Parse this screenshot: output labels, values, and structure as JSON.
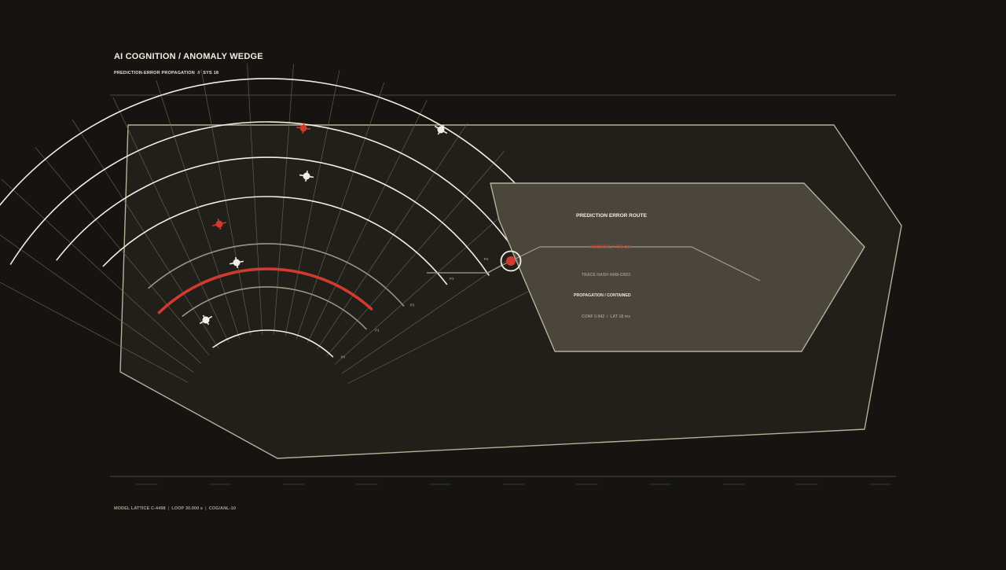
{
  "header": {
    "title": "AI COGNITION / ANOMALY WEDGE",
    "subtitle": "PREDICTION-ERROR PROPAGATION  //  SYS 18"
  },
  "rings": {
    "labels": [
      "P0",
      "P1",
      "P2",
      "P3",
      "P4"
    ]
  },
  "panel": {
    "heading": "PREDICTION ERROR ROUTE",
    "anomaly_label": "ANOMALY TR-18",
    "trace_hash": "TRACE HASH 4498-C6D3",
    "status": "PROPAGATION / CONTAINED",
    "metrics": "CONF 0.942  /  LAT 18 ms"
  },
  "footer": {
    "model": "MODEL LATTICE C-4498",
    "loop": "LOOP 30.000 s",
    "code": "COG/ANL-10"
  },
  "colors": {
    "background": "#151411",
    "accent_red": "#d23a2f",
    "ring_white": "#f2eee4",
    "ring_dim": "#9a9483",
    "panel_outline": "#b6b09b",
    "panel_fill": "#4b463b"
  }
}
